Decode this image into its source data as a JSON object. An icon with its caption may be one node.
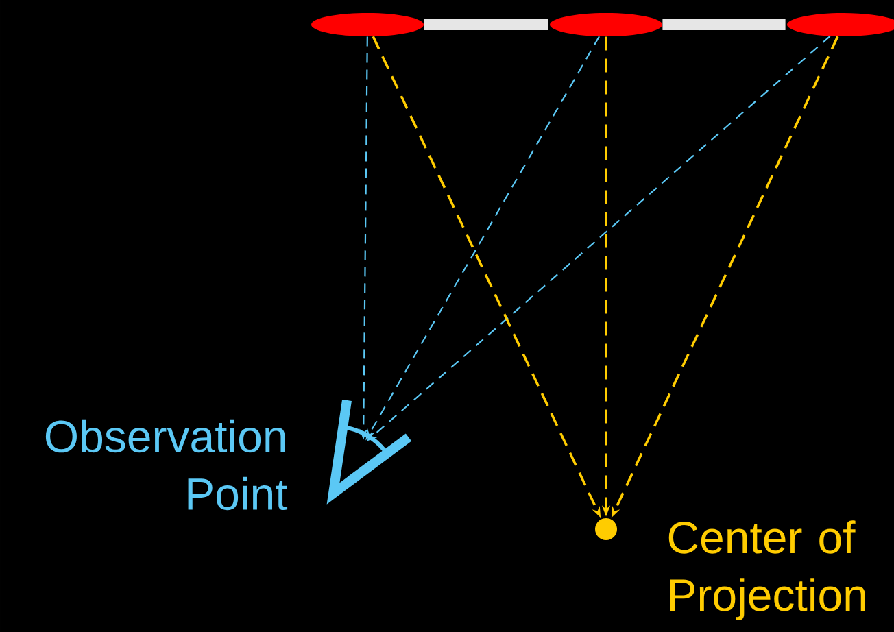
{
  "diagram": {
    "nodes": [
      {
        "text": [],
        "shape": "ellipse"
      },
      {
        "text": [],
        "shape": "ellipse"
      },
      {
        "text": [],
        "shape": "ellipse"
      },
      {
        "text": [],
        "shape": "picture",
        "beside": [
          "Observation Point"
        ]
      },
      {
        "text": [],
        "shape": "circle",
        "beside": [
          "Center of Projection"
        ]
      }
    ],
    "edges": [
      {
        "from": 0,
        "to": 1,
        "arrow": "none",
        "style": "thick",
        "color": "#e6e6e6"
      },
      {
        "from": 1,
        "to": 2,
        "arrow": "none",
        "style": "thick",
        "color": "#e6e6e6"
      },
      {
        "from": 0,
        "to": 3,
        "arrow": "to",
        "style": "dashed",
        "color": "#5bc8f5"
      },
      {
        "from": 1,
        "to": 3,
        "arrow": "to",
        "style": "dashed",
        "color": "#5bc8f5"
      },
      {
        "from": 2,
        "to": 3,
        "arrow": "to",
        "style": "dashed",
        "color": "#5bc8f5"
      },
      {
        "from": 0,
        "to": 4,
        "arrow": "to",
        "style": "dashed",
        "color": "#ffcc00"
      },
      {
        "from": 1,
        "to": 4,
        "arrow": "to",
        "style": "dashed",
        "color": "#ffcc00"
      },
      {
        "from": 2,
        "to": 4,
        "arrow": "to",
        "style": "dashed",
        "color": "#ffcc00"
      }
    ]
  }
}
